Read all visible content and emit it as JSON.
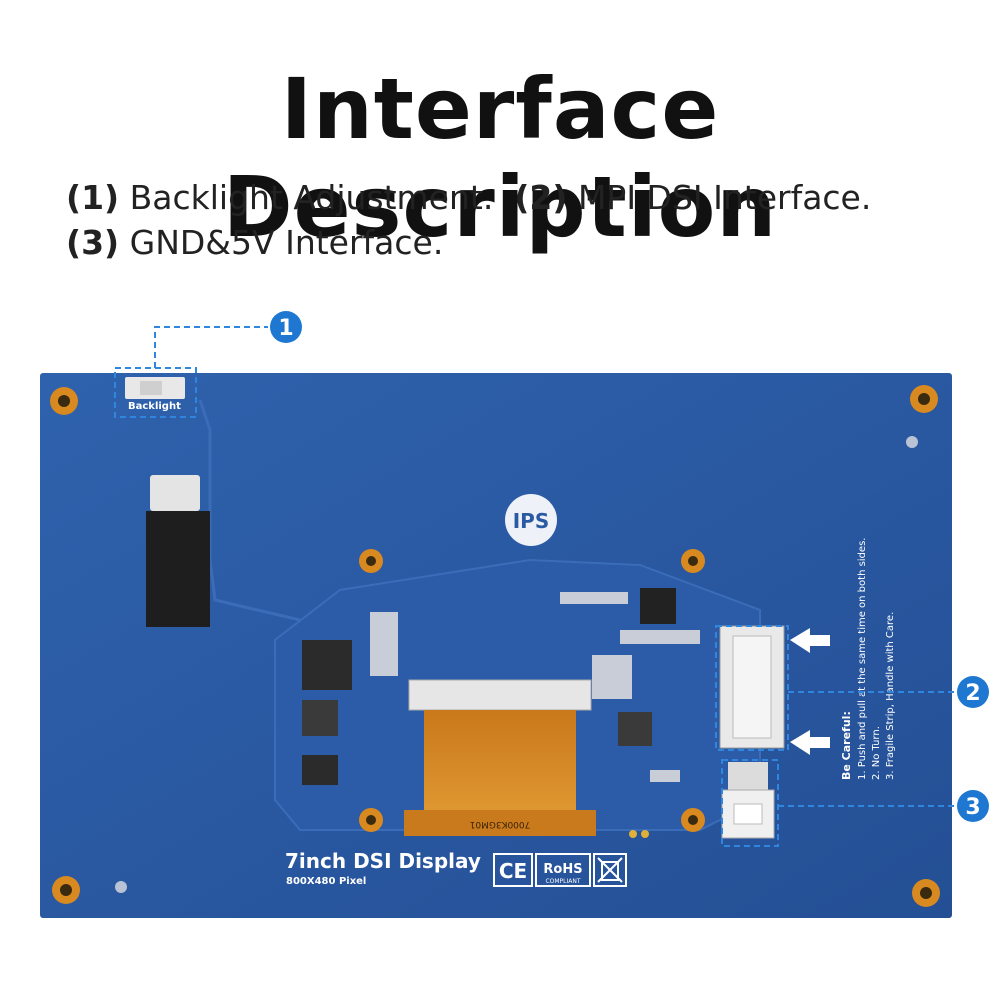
{
  "title": "Interface Description",
  "descriptions": [
    {
      "num": "(1)",
      "text": " Backlight Adjustment."
    },
    {
      "num": "(2)",
      "text": " MPI DSI Interface."
    },
    {
      "num": "(3)",
      "text": " GND&5V Interface."
    }
  ],
  "board": {
    "product_name": "7inch DSI Display",
    "resolution": "800X480 Pixel",
    "ips_badge": "IPS",
    "backlight_label": "Backlight",
    "chip_label": "7000K3GM01",
    "warning_lines": [
      "Be Careful:",
      "1. Push and pull at the same time on both sides.",
      "2. No Turn.",
      "3. Fragile Strip, Handle with Care."
    ],
    "markers": [
      "1",
      "2",
      "3"
    ],
    "cert_ce": "CE",
    "cert_rohs": "RoHS",
    "cert_compliant": "COMPLIANT"
  },
  "colors": {
    "board_blue": "#2a5aa3",
    "marker_blue": "#1e78d2",
    "dash_blue": "#2e86de",
    "ribbon_orange": "#d8891f"
  }
}
